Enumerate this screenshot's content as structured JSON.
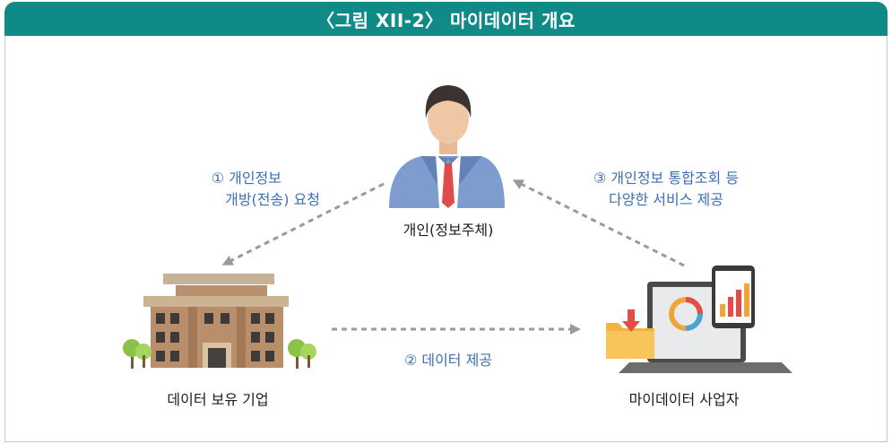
{
  "title": "〈그림 XII-2〉 마이데이터 개요",
  "nodes": {
    "person": "개인(정보주체)",
    "company": "데이터 보유 기업",
    "operator": "마이데이터 사업자"
  },
  "steps": {
    "step1_line1": "① 개인정보",
    "step1_line2": "개방(전송) 요청",
    "step2": "② 데이터 제공",
    "step3_line1": "③ 개인정보 통합조회 등",
    "step3_line2": "다양한 서비스 제공"
  },
  "colors": {
    "header_bg": "#0f8a86",
    "step_text": "#3d6fb6",
    "arrow": "#9a9a9a"
  },
  "icons": [
    "person-icon",
    "building-icon",
    "laptop-dashboard-icon",
    "tree-icon",
    "folder-download-icon"
  ]
}
